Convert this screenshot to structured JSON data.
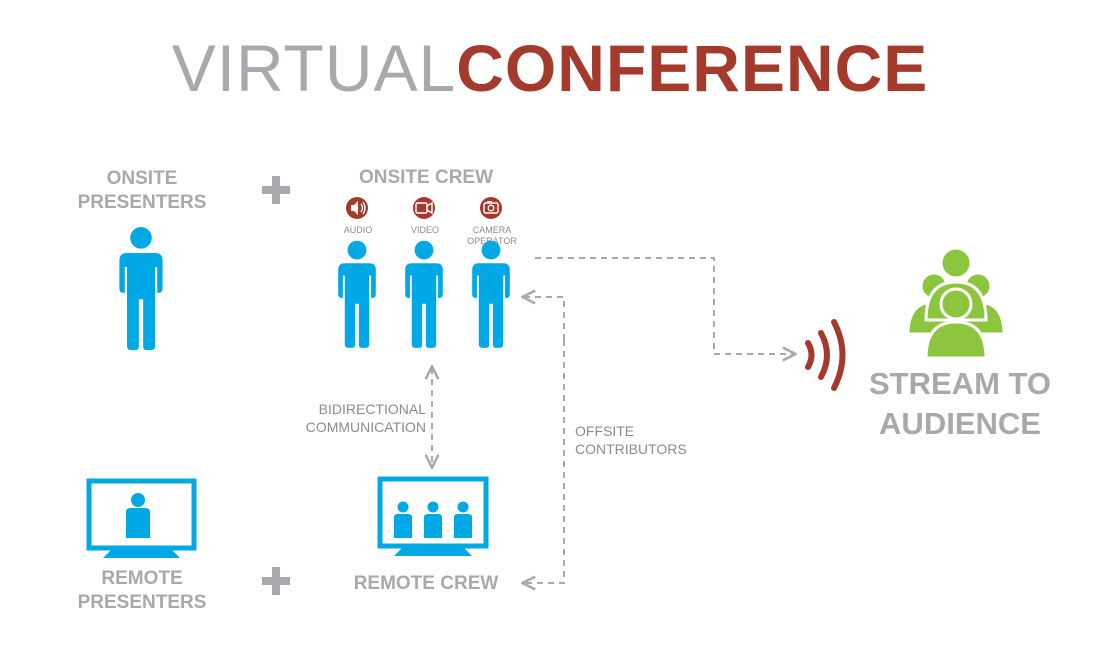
{
  "title": {
    "light": "VIRTUAL",
    "bold": "CONFERENCE"
  },
  "onsite_presenters": {
    "line1": "ONSITE",
    "line2": "PRESENTERS"
  },
  "onsite_crew": {
    "label": "ONSITE CREW",
    "roles": [
      {
        "icon": "speaker-icon",
        "line1": "AUDIO",
        "line2": ""
      },
      {
        "icon": "video-camera-icon",
        "line1": "VIDEO",
        "line2": ""
      },
      {
        "icon": "photo-camera-icon",
        "line1": "CAMERA",
        "line2": "OPERATOR"
      }
    ]
  },
  "remote_presenters": {
    "line1": "REMOTE",
    "line2": "PRESENTERS"
  },
  "remote_crew": {
    "label": "REMOTE CREW"
  },
  "bidirectional": {
    "line1": "BIDIRECTIONAL",
    "line2": "COMMUNICATION"
  },
  "offsite": {
    "line1": "OFFSITE",
    "line2": "CONTRIBUTORS"
  },
  "stream": {
    "line1": "STREAM TO",
    "line2": "AUDIENCE"
  },
  "colors": {
    "title_gray": "#a7a9ac",
    "title_red": "#a33a2c",
    "person_blue": "#00a9e6",
    "audience_green": "#8cc63f",
    "signal_red": "#a33a2c",
    "plus_gray": "#a7a9ac",
    "dash_gray": "#a7a9ac"
  }
}
